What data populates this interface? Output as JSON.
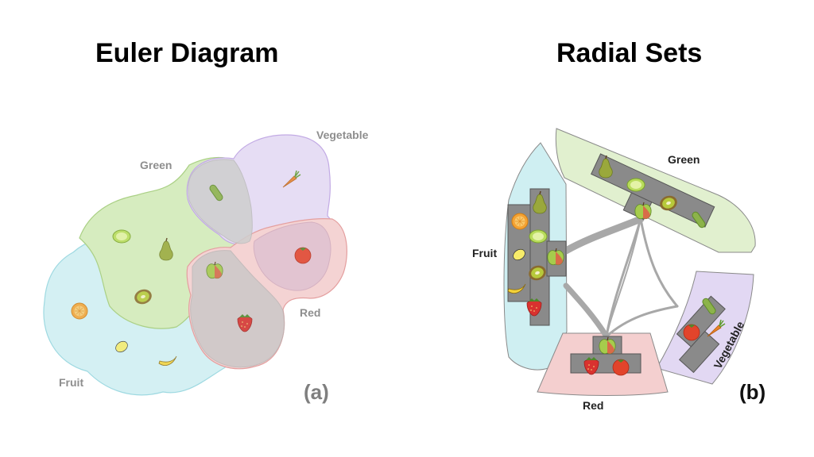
{
  "left_title": "Euler Diagram",
  "right_title": "Radial Sets",
  "euler": {
    "panel_label": "(a)",
    "sets": {
      "fruit": "Fruit",
      "green": "Green",
      "vegetable": "Vegetable",
      "red": "Red"
    }
  },
  "radial": {
    "panel_label": "(b)",
    "sets": {
      "fruit": "Fruit",
      "green": "Green",
      "vegetable": "Vegetable",
      "red": "Red"
    }
  },
  "colors": {
    "fruit": "#cfeff2",
    "green": "#e1f0cf",
    "vegetable": "#e2d8f3",
    "red": "#f4cfcf",
    "euler_label": "#8e8e8e",
    "box": "#8a8a8a",
    "link": "#a8a8a8"
  },
  "items": [
    "pear",
    "lime",
    "kiwi",
    "cucumber",
    "carrot",
    "tomato",
    "apple",
    "strawberry",
    "orange",
    "lemon",
    "banana"
  ]
}
